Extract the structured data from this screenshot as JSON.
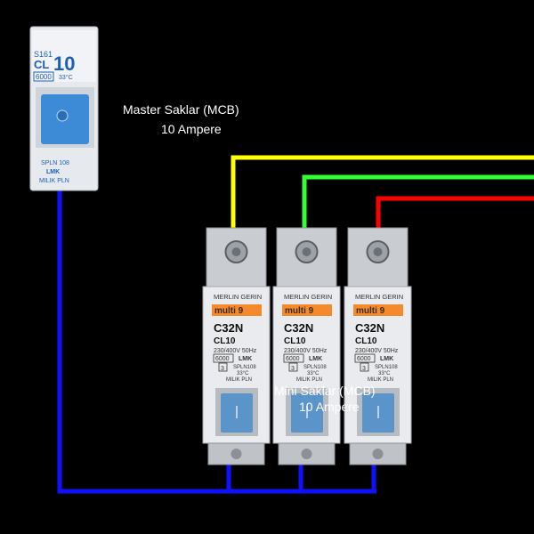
{
  "colors": {
    "background": "#000000",
    "neutral_wire": "#1010ff",
    "yellow_wire": "#ffff00",
    "green_wire": "#33ff33",
    "red_wire": "#ff0000",
    "master_toggle": "#3d8bd6",
    "mini_toggle": "#5a94c8",
    "brand_band": "#f58a2c"
  },
  "labels": {
    "master_title": "Master Saklar (MCB)",
    "master_rating": "10 Ampere",
    "mini_title": "Mini Saklar (MCB)",
    "mini_rating": "10 Ampere"
  },
  "master_breaker": {
    "model": "S161",
    "curve": "CL",
    "amps": "10",
    "capacity": "6000",
    "temperature": "33°C",
    "standard": "SPLN 108",
    "mark": "LMK",
    "owner": "MILIK PLN"
  },
  "mini_breakers": [
    {
      "brand": "MERLIN GERIN",
      "series": "multi 9",
      "model": "C32N",
      "curve": "CL10",
      "spec": "230/400V 50Hz",
      "capacity": "6000",
      "mark": "LMK",
      "class": "3",
      "standard": "SPLN108",
      "temperature": "33°C",
      "owner": "MILIK PLN",
      "wire": "yellow"
    },
    {
      "brand": "MERLIN GERIN",
      "series": "multi 9",
      "model": "C32N",
      "curve": "CL10",
      "spec": "230/400V 50Hz",
      "capacity": "6000",
      "mark": "LMK",
      "class": "3",
      "standard": "SPLN108",
      "temperature": "33°C",
      "owner": "MILIK PLN",
      "wire": "green"
    },
    {
      "brand": "MERLIN GERIN",
      "series": "multi 9",
      "model": "C32N",
      "curve": "CL10",
      "spec": "230/400V 50Hz",
      "capacity": "6000",
      "mark": "LMK",
      "class": "3",
      "standard": "SPLN108",
      "temperature": "33°C",
      "owner": "MILIK PLN",
      "wire": "red"
    }
  ]
}
